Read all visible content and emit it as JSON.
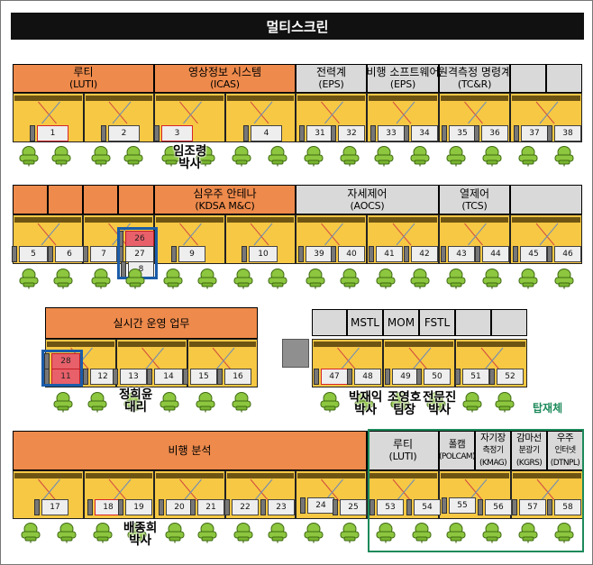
{
  "title": "멀티스크린",
  "colors": {
    "orange": "#ed8a4c",
    "gray": "#d9d9d9",
    "yellow": "#f7c844",
    "chair": "#8dc63f",
    "highlight": "#1a5ca8",
    "onboard": "#1c8a5b"
  },
  "headers": [
    {
      "id": "h1",
      "line1": "루티",
      "line2": "(LUTI)"
    },
    {
      "id": "h2",
      "line1": "영상정보 시스템",
      "line2": "(ICAS)"
    },
    {
      "id": "h3",
      "line1": "전력계",
      "line2": "(EPS)"
    },
    {
      "id": "h4",
      "line1": "비행 소프트웨어",
      "line2": "(EPS)"
    },
    {
      "id": "h5",
      "line1": "원격측정 명령계",
      "line2": "(TC&R)"
    },
    {
      "id": "h6",
      "line1": "심우주 안테나",
      "line2": "(KDSA M&C)"
    },
    {
      "id": "h7",
      "line1": "자세제어",
      "line2": "(AOCS)"
    },
    {
      "id": "h8",
      "line1": "열제어",
      "line2": "(TCS)"
    },
    {
      "id": "h9",
      "line1": "실시간 운영 업무",
      "line2": ""
    },
    {
      "id": "h10",
      "line1": "MSTL",
      "line2": ""
    },
    {
      "id": "h11",
      "line1": "MOM",
      "line2": ""
    },
    {
      "id": "h12",
      "line1": "FSTL",
      "line2": ""
    },
    {
      "id": "h13",
      "line1": "비행 분석",
      "line2": ""
    },
    {
      "id": "h14",
      "line1": "루티",
      "line2": "(LUTI)"
    },
    {
      "id": "h15",
      "line1": "폴캠",
      "line2": "(POLCAM)"
    },
    {
      "id": "h16",
      "line1": "자기장",
      "line2": "측정기",
      "line3": "(KMAG)"
    },
    {
      "id": "h17",
      "line1": "감마선",
      "line2": "분광기",
      "line3": "(KGRS)"
    },
    {
      "id": "h18",
      "line1": "우주",
      "line2": "인터넷",
      "line3": "(DTNPL)"
    }
  ],
  "onboard_label": "탑재체",
  "people": [
    {
      "id": "p1",
      "name": "임조령",
      "role": "박사"
    },
    {
      "id": "p2",
      "name": "정희윤",
      "role": "대리"
    },
    {
      "id": "p3",
      "name": "박재익",
      "role": "박사"
    },
    {
      "id": "p4",
      "name": "조영호",
      "role": "팀장"
    },
    {
      "id": "p5",
      "name": "전문진",
      "role": "박사"
    },
    {
      "id": "p6",
      "name": "배종희",
      "role": "박사"
    }
  ],
  "monitors": [
    "1",
    "2",
    "3",
    "4",
    "31",
    "32",
    "33",
    "34",
    "35",
    "36",
    "37",
    "38",
    "5",
    "6",
    "7",
    "26",
    "27",
    "8",
    "9",
    "10",
    "39",
    "40",
    "41",
    "42",
    "43",
    "44",
    "45",
    "46",
    "28",
    "11",
    "12",
    "13",
    "14",
    "15",
    "16",
    "47",
    "48",
    "49",
    "50",
    "51",
    "52",
    "17",
    "18",
    "19",
    "20",
    "21",
    "22",
    "23",
    "24",
    "25",
    "53",
    "54",
    "55",
    "56",
    "57",
    "58"
  ]
}
